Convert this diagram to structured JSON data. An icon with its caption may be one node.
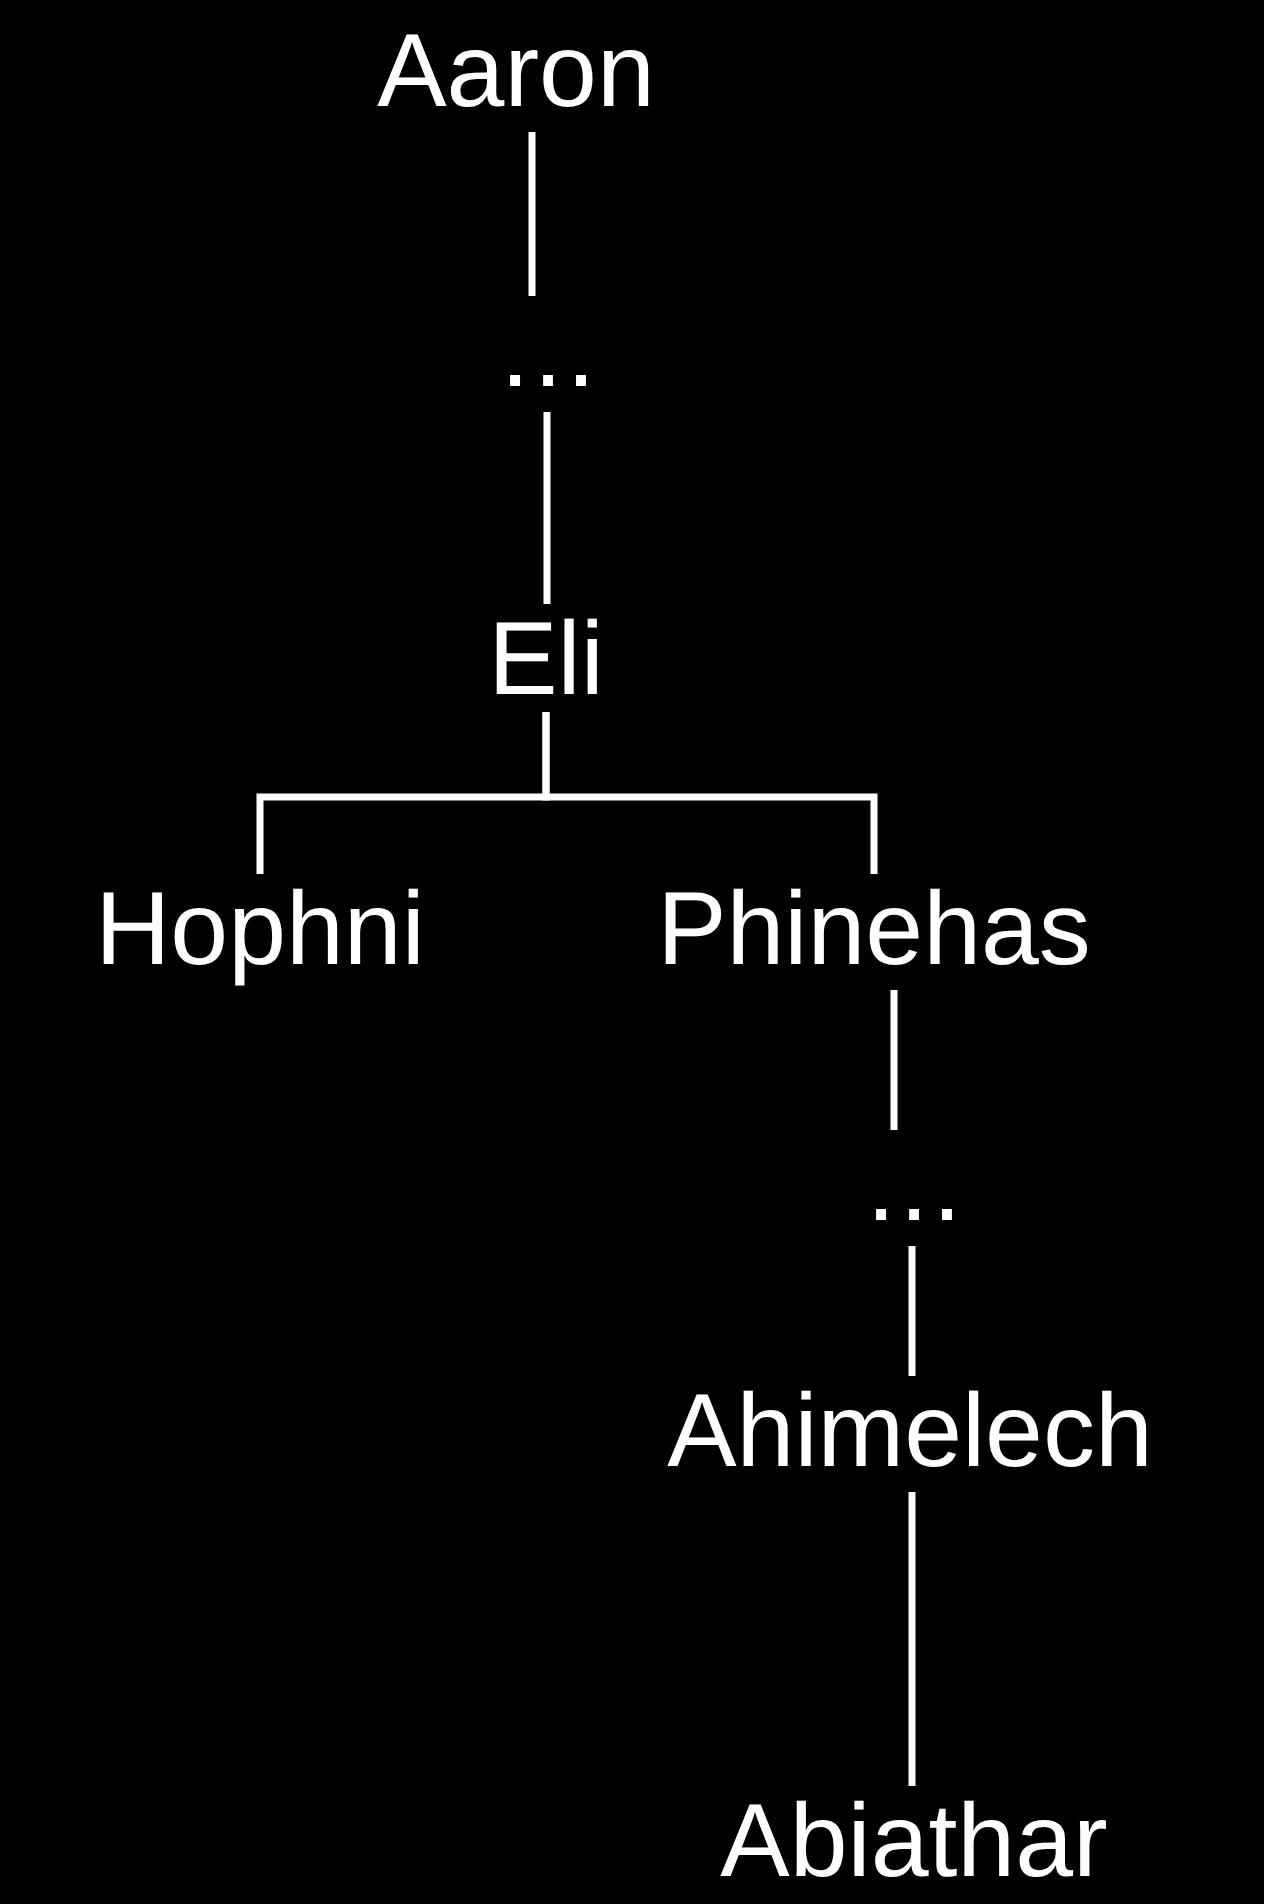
{
  "diagram": {
    "nodes": [
      {
        "text": [
          "Aaron"
        ]
      },
      {
        "text": [
          "…"
        ]
      },
      {
        "text": [
          "Eli"
        ]
      },
      {
        "text": [
          "Hophni"
        ]
      },
      {
        "text": [
          "Phinehas"
        ]
      },
      {
        "text": [
          "…"
        ]
      },
      {
        "text": [
          "Ahimelech"
        ]
      },
      {
        "text": [
          "Abiathar"
        ]
      }
    ],
    "edges": [
      {
        "from": 0,
        "to": 1,
        "arrow": "none"
      },
      {
        "from": 1,
        "to": 2,
        "arrow": "none"
      },
      {
        "from": 2,
        "to": 3,
        "arrow": "none"
      },
      {
        "from": 2,
        "to": 4,
        "arrow": "none"
      },
      {
        "from": 4,
        "to": 5,
        "arrow": "none"
      },
      {
        "from": 5,
        "to": 6,
        "arrow": "none"
      },
      {
        "from": 6,
        "to": 7,
        "arrow": "none"
      }
    ]
  }
}
